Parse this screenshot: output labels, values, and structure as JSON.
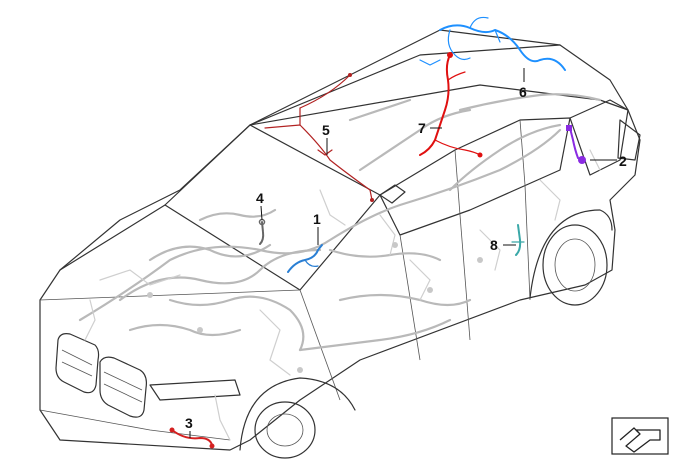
{
  "diagram": {
    "callouts": [
      {
        "id": "1",
        "label": "1",
        "color": "#2a7fd4"
      },
      {
        "id": "2",
        "label": "2",
        "color": "#8a2be2"
      },
      {
        "id": "3",
        "label": "3",
        "color": "#d42020"
      },
      {
        "id": "4",
        "label": "4",
        "color": "#555555"
      },
      {
        "id": "5",
        "label": "5",
        "color": "#b22222"
      },
      {
        "id": "6",
        "label": "6",
        "color": "#1e90ff"
      },
      {
        "id": "7",
        "label": "7",
        "color": "#e01010"
      },
      {
        "id": "8",
        "label": "8",
        "color": "#3aa8a8"
      }
    ],
    "icons": {
      "view_direction": "view-direction-arrow-icon"
    }
  }
}
